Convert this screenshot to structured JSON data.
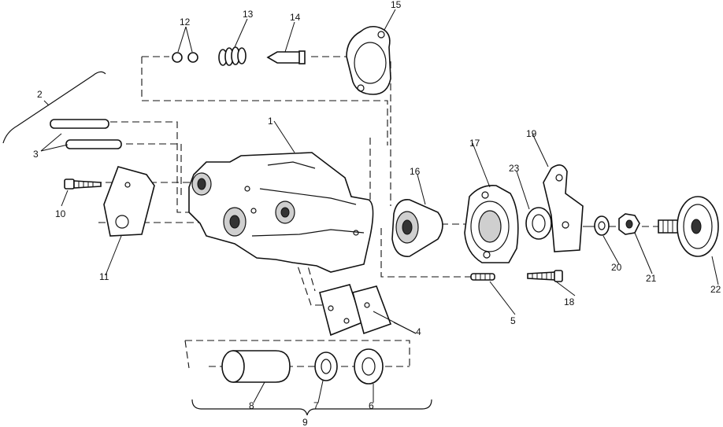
{
  "diagram": {
    "callouts": {
      "c1": "1",
      "c2": "2",
      "c3": "3",
      "c4": "4",
      "c5": "5",
      "c6": "6",
      "c7": "7",
      "c8": "8",
      "c9": "9",
      "c10": "10",
      "c11": "11",
      "c12": "12",
      "c13": "13",
      "c14": "14",
      "c15": "15",
      "c16": "16",
      "c17": "17",
      "c18": "18",
      "c19": "19",
      "c20": "20",
      "c21": "21",
      "c22": "22",
      "c23": "23"
    },
    "colors": {
      "ink": "#111111",
      "paper": "#ffffff",
      "shade": "#cfcfcf"
    }
  }
}
